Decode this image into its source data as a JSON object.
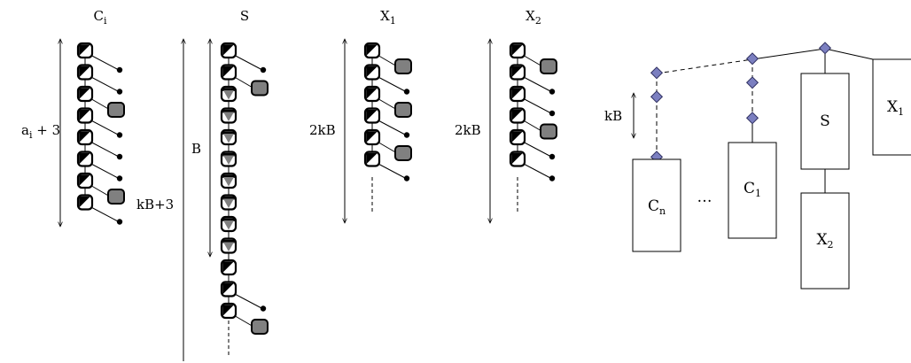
{
  "left_panel": {
    "columns": [
      {
        "id": "ci",
        "title": "C",
        "title_sub": "i",
        "height_label": "a",
        "height_label_sub": "i",
        "height_label_tail": " + 3",
        "right_label": "kB+3"
      },
      {
        "id": "s",
        "title": "S",
        "height_label": "B"
      },
      {
        "id": "x1",
        "title": "X",
        "title_sub": "1",
        "height_label": "2kB"
      },
      {
        "id": "x2",
        "title": "X",
        "title_sub": "2",
        "height_label": "2kB"
      }
    ]
  },
  "right_panel": {
    "spacing_label": "kB",
    "boxes": [
      {
        "id": "cn",
        "label": "C",
        "sub": "n"
      },
      {
        "id": "dots",
        "label": "…"
      },
      {
        "id": "c1",
        "label": "C",
        "sub": "1"
      },
      {
        "id": "s",
        "label": "S"
      },
      {
        "id": "x1",
        "label": "X",
        "sub": "1"
      },
      {
        "id": "x2",
        "label": "X",
        "sub": "2"
      }
    ]
  },
  "colors": {
    "stroke": "#000000",
    "gray": "#808080",
    "node": "#7b7fc0",
    "node_stroke": "#303060"
  }
}
